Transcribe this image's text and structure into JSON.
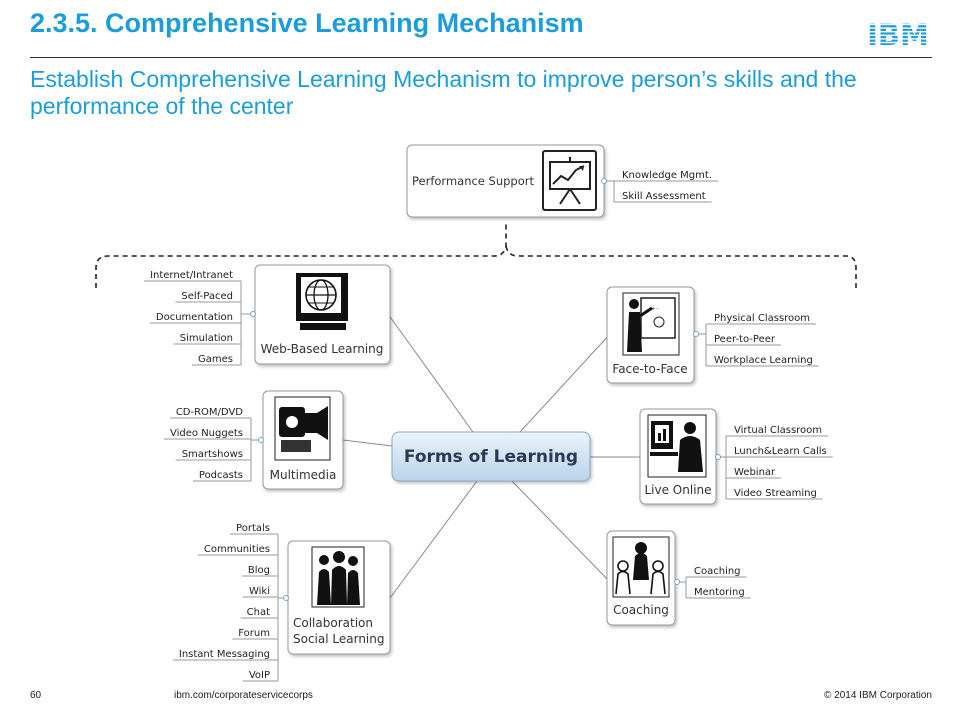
{
  "header": {
    "title": "2.3.5. Comprehensive Learning Mechanism",
    "subtitle": "Establish Comprehensive Learning Mechanism to improve person’s skills and the performance of the center",
    "logo_text": "IBM"
  },
  "colors": {
    "accent": "#1b9ddb",
    "center_fill_top": "#eaf3fb",
    "center_fill_bottom": "#b9d2ea",
    "line": "#8a8a8a"
  },
  "diagram": {
    "center": "Forms of Learning",
    "top": {
      "label": "Performance Support",
      "icon": "presentation-chart-icon",
      "items": [
        "Knowledge Mgmt.",
        "Skill Assessment"
      ]
    },
    "web": {
      "label": "Web-Based Learning",
      "icon": "computer-globe-icon",
      "items": [
        "Internet/Intranet",
        "Self-Paced",
        "Documentation",
        "Simulation",
        "Games"
      ]
    },
    "multimedia": {
      "label": "Multimedia",
      "icon": "video-camera-icon",
      "items": [
        "CD-ROM/DVD",
        "Video Nuggets",
        "Smartshows",
        "Podcasts"
      ]
    },
    "collab": {
      "label1": "Collaboration",
      "label2": "Social Learning",
      "icon": "people-group-icon",
      "items": [
        "Portals",
        "Communities",
        "Blog",
        "Wiki",
        "Chat",
        "Forum",
        "Instant Messaging",
        "VoIP"
      ]
    },
    "f2f": {
      "label": "Face-to-Face",
      "icon": "teacher-whiteboard-icon",
      "items": [
        "Physical Classroom",
        "Peer-to-Peer",
        "Workplace Learning"
      ]
    },
    "live": {
      "label": "Live Online",
      "icon": "person-computer-icon",
      "items": [
        "Virtual Classroom",
        "Lunch&Learn Calls",
        "Webinar",
        "Video Streaming"
      ]
    },
    "coach": {
      "label": "Coaching",
      "icon": "coach-group-icon",
      "items": [
        "Coaching",
        "Mentoring"
      ]
    }
  },
  "footer": {
    "page": "60",
    "url": "ibm.com/corporateservicecorps",
    "copyright": "© 2014 IBM  Corporation"
  }
}
